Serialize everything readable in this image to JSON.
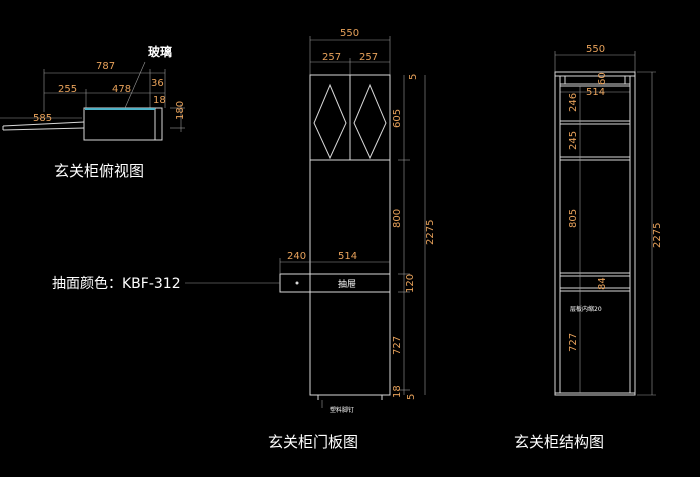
{
  "colors": {
    "background": "#000000",
    "dimension_text": "#e8a25b",
    "label_text": "#ffffff",
    "linework": "#d9d9d9",
    "glass": "#4fb3c8"
  },
  "top_view": {
    "title": "玄关柜俯视图",
    "glass_label": "玻璃",
    "dims": {
      "overall": "787",
      "left_segment": "255",
      "mid_segment": "478",
      "right_small": "36",
      "right_tiny": "18",
      "offset": "585",
      "depth": "180"
    }
  },
  "door_view": {
    "title": "玄关柜门板图",
    "drawer_label": "抽屉",
    "bottom_note": "塑料脚钉",
    "drawer_color_label": "抽面颜色：KBF-312",
    "dims": {
      "width": "550",
      "door_left": "257",
      "door_right": "257",
      "drawer_offset": "240",
      "drawer_width": "514",
      "top_gap": "5",
      "upper_door": "605",
      "middle_open": "800",
      "drawer_height": "120",
      "lower_door": "727",
      "foot": "18",
      "bottom_gap": "5",
      "total_height": "2275"
    }
  },
  "structure_view": {
    "title": "玄关柜结构图",
    "shelf_note": "层板内缩20",
    "dims": {
      "width": "550",
      "inner_width": "514",
      "top_rail": "60",
      "shelf1": "246",
      "shelf2": "245",
      "open_space": "805",
      "drawer_space": "84",
      "lower": "727",
      "total_height": "2275"
    }
  }
}
